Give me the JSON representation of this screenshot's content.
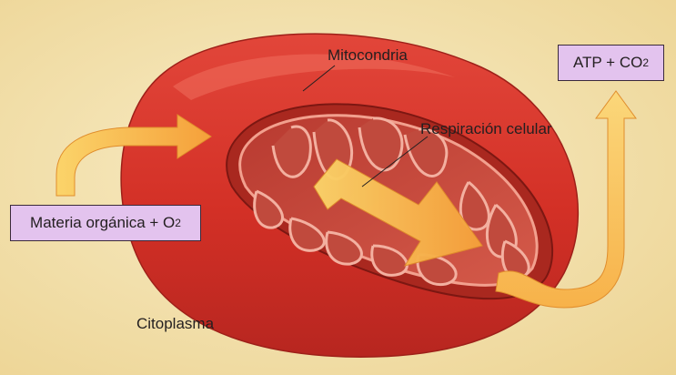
{
  "labels": {
    "mitochondrion": "Mitocondria",
    "respiration": "Respiración celular",
    "cytoplasm": "Citoplasma"
  },
  "inputs": {
    "text": "Materia orgánica + O",
    "subscript": "2"
  },
  "outputs": {
    "text": "ATP + CO",
    "subscript": "2"
  },
  "colors": {
    "background": "#f2dca0",
    "membrane_outer": "#d8322b",
    "membrane_inner": "#a92a24",
    "matrix": "#c9584c",
    "arrow": "#f6b84a",
    "box_fill": "#e3c3ee"
  }
}
